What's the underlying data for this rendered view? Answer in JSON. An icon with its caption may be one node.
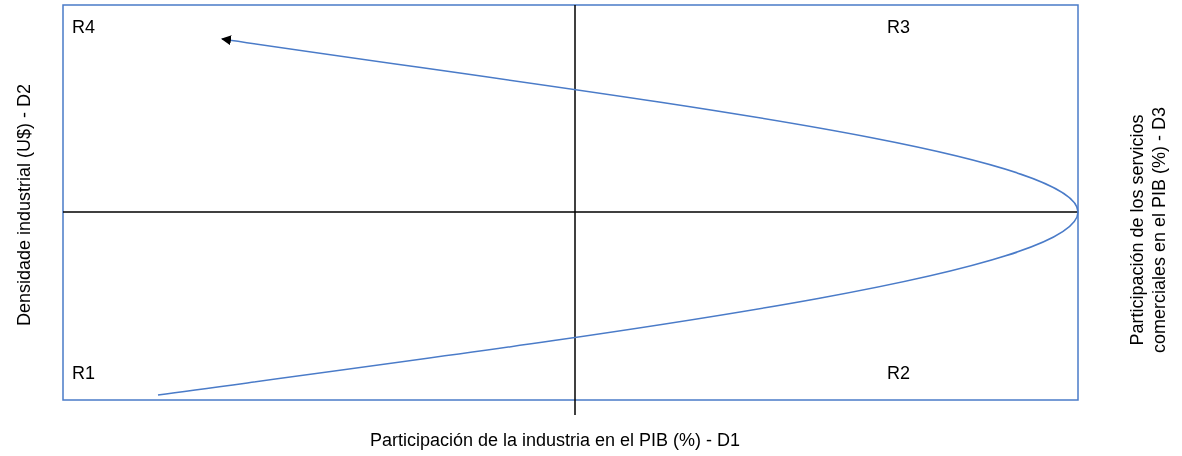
{
  "diagram": {
    "labels": [
      "R4",
      "R3",
      "Densidade industrial (U$) - D2",
      "Participación de los servicios comerciales en el PIB (%) - D3",
      "R1",
      "R2",
      "Participación de la industria en el PIB (%) - D1"
    ]
  }
}
